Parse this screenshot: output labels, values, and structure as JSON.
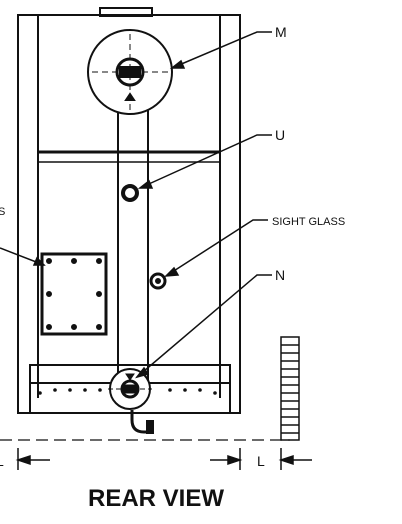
{
  "diagram": {
    "title": "REAR VIEW",
    "callouts": {
      "m": "M",
      "u": "U",
      "sight_glass": "SIGHT GLASS",
      "n": "N",
      "s_partial": "S",
      "l_right": "L",
      "l_left": "L"
    }
  }
}
